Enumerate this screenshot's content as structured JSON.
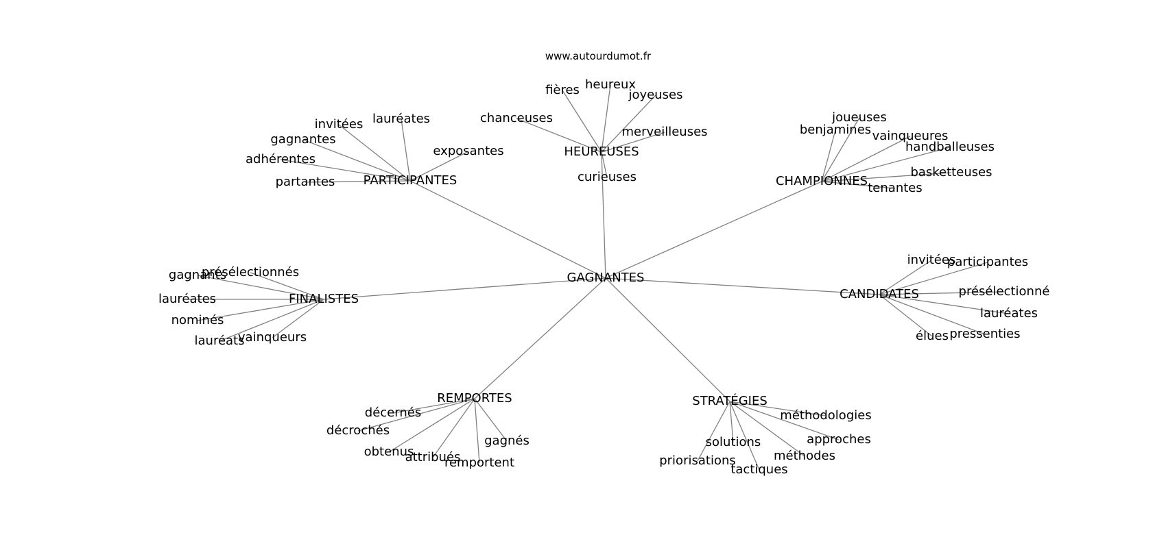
{
  "source_label": "www.autourdumot.fr",
  "colors": {
    "edge": "#808080",
    "text": "#000000",
    "background": "#ffffff"
  },
  "graph": {
    "center": "GAGNANTES",
    "groups": [
      {
        "hub": "PARTICIPANTES",
        "words": [
          "invitées",
          "lauréates",
          "gagnantes",
          "exposantes",
          "adhérentes",
          "partantes"
        ]
      },
      {
        "hub": "HEUREUSES",
        "words": [
          "fières",
          "heureux",
          "joyeuses",
          "chanceuses",
          "merveilleuses",
          "curieuses"
        ]
      },
      {
        "hub": "CHAMPIONNES",
        "words": [
          "joueuses",
          "benjamines",
          "vainqueures",
          "handballeuses",
          "basketteuses",
          "tenantes"
        ]
      },
      {
        "hub": "FINALISTES",
        "words": [
          "présélectionnés",
          "gagnants",
          "lauréates",
          "nominés",
          "lauréats",
          "vainqueurs"
        ]
      },
      {
        "hub": "CANDIDATES",
        "words": [
          "invitées",
          "participantes",
          "présélectionné",
          "lauréates",
          "élues",
          "pressenties"
        ]
      },
      {
        "hub": "REMPORTES",
        "words": [
          "décernés",
          "décrochés",
          "obtenus",
          "attribués",
          "remportent",
          "gagnés"
        ]
      },
      {
        "hub": "STRATÉGIES",
        "words": [
          "méthodologies",
          "approches",
          "solutions",
          "méthodes",
          "priorisations",
          "tactiques"
        ]
      }
    ]
  }
}
